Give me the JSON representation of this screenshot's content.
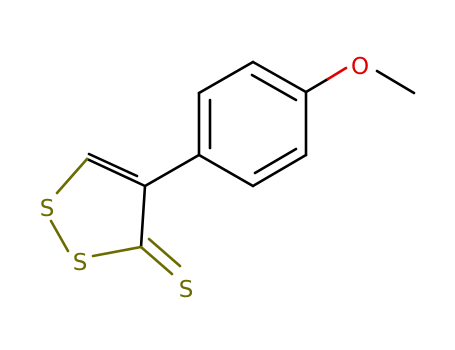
{
  "molecule": {
    "atoms": {
      "s_ring_top": "S",
      "s_ring_bottom": "S",
      "s_thione": "S",
      "o_methoxy": "O"
    },
    "colors": {
      "bond": "#000000",
      "sulfur": "#6b6b00",
      "oxygen": "#e00000"
    }
  }
}
